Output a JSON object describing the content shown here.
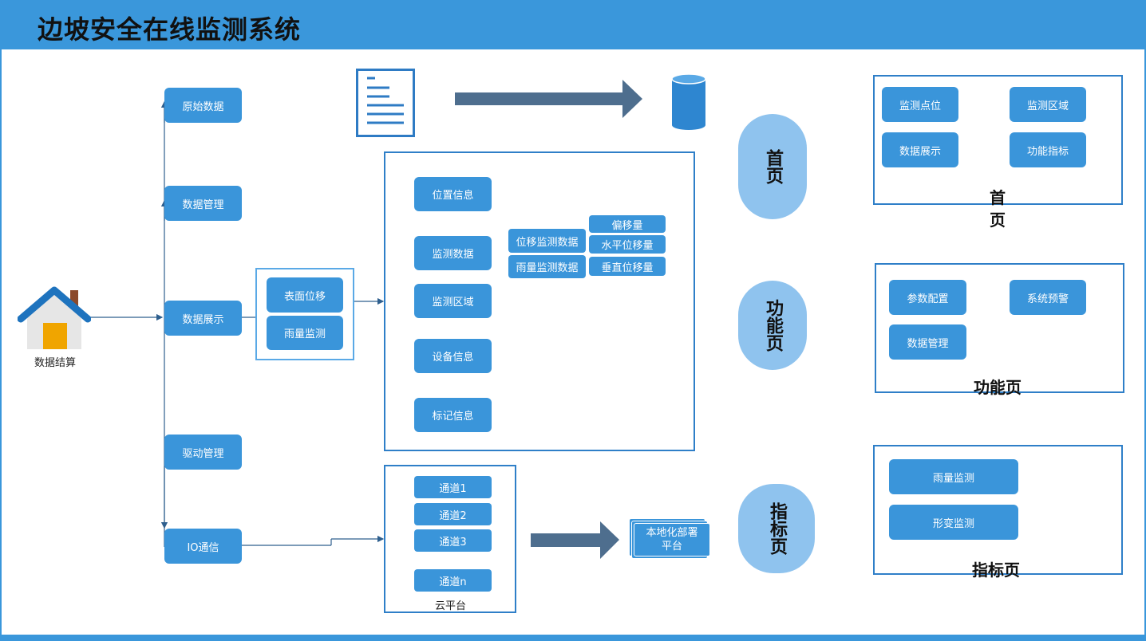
{
  "title": "边坡安全在线监测系统",
  "colors": {
    "accent": "#3A97DB",
    "button": "#3A95DA",
    "pill": "#8FC3EE",
    "arrow": "#4E6E8E"
  },
  "house": {
    "icon": "house-icon",
    "label": "数据结算"
  },
  "main_menu": [
    "原始数据",
    "数据管理",
    "数据展示",
    "驱动管理",
    "IO通信"
  ],
  "surface": {
    "items": [
      "表面位移",
      "雨量监测"
    ]
  },
  "data_panel": {
    "items": [
      "位置信息",
      "监测数据",
      "监测区域",
      "设备信息",
      "标记信息"
    ],
    "sub": [
      "位移监测数据",
      "雨量监测数据"
    ],
    "sub2": [
      "偏移量",
      "水平位移量",
      "垂直位移量"
    ]
  },
  "cloud": {
    "channels": [
      "通道1",
      "通道2",
      "通道3",
      "通道n"
    ],
    "caption": "云平台"
  },
  "local_deploy": {
    "line1": "本地化部署",
    "line2": "平台"
  },
  "pills": [
    "首页",
    "功能页",
    "指标页"
  ],
  "home_box": {
    "items": [
      "监测点位",
      "监测区域",
      "数据展示",
      "功能指标"
    ],
    "caption": "首页"
  },
  "function_box": {
    "items": [
      "参数配置",
      "系统预警",
      "数据管理"
    ],
    "caption": "功能页"
  },
  "index_box": {
    "items": [
      "雨量监测",
      "形变监测"
    ],
    "caption": "指标页"
  }
}
